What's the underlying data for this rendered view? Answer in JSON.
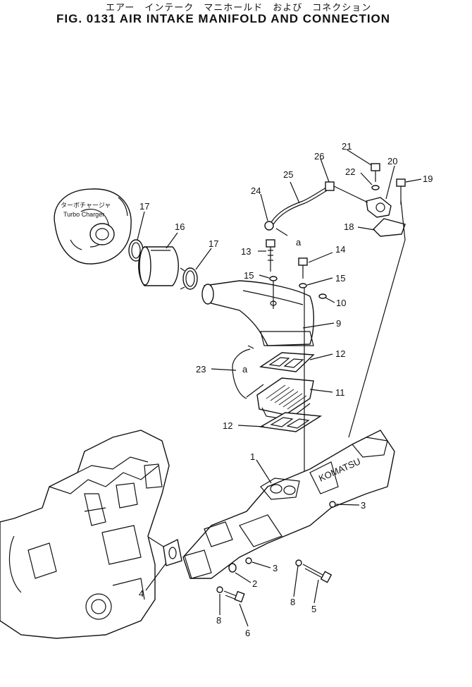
{
  "header": {
    "japanese_title": "エアー　インテーク　マニホールド　および　コネクション",
    "figure_title": "FIG. 0131  AIR INTAKE MANIFOLD AND CONNECTION"
  },
  "turbo": {
    "jp_text": "ターボチャージャ",
    "en_text": "Turbo Charger"
  },
  "callouts": {
    "p1": "1",
    "p2": "2",
    "p3a": "3",
    "p3b": "3",
    "p4": "4",
    "p5": "5",
    "p6": "6",
    "p8a": "8",
    "p8b": "8",
    "p9": "9",
    "p10": "10",
    "p11": "11",
    "p12a": "12",
    "p12b": "12",
    "p13": "13",
    "p14": "14",
    "p15a": "15",
    "p15b": "15",
    "p16": "16",
    "p17a": "17",
    "p17b": "17",
    "p18": "18",
    "p19": "19",
    "p20": "20",
    "p21": "21",
    "p22": "22",
    "p23": "23",
    "p24": "24",
    "p25": "25",
    "p26": "26",
    "ref_a1": "a",
    "ref_a2": "a"
  },
  "manifold_text": "KOMATSU"
}
